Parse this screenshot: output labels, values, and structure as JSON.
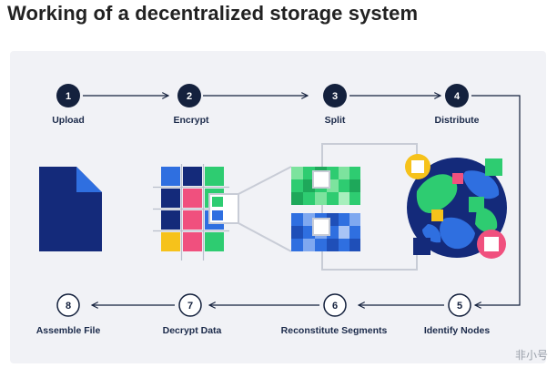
{
  "title": "Working of a decentralized storage system",
  "colors": {
    "navy": "#142a7a",
    "dark": "#14213d",
    "blue": "#2f6fe0",
    "green": "#2ecc71",
    "light_green": "#7de39e",
    "pink": "#f0507e",
    "yellow": "#f6c21b",
    "bg": "#f1f2f6",
    "grey_line": "#c8ccd6"
  },
  "steps": [
    {
      "num": "1",
      "label": "Upload"
    },
    {
      "num": "2",
      "label": "Encrypt"
    },
    {
      "num": "3",
      "label": "Split"
    },
    {
      "num": "4",
      "label": "Distribute"
    },
    {
      "num": "5",
      "label": "Identify Nodes"
    },
    {
      "num": "6",
      "label": "Reconstitute Segments"
    },
    {
      "num": "7",
      "label": "Decrypt Data"
    },
    {
      "num": "8",
      "label": "Assemble File"
    }
  ],
  "watermark": "非小号"
}
